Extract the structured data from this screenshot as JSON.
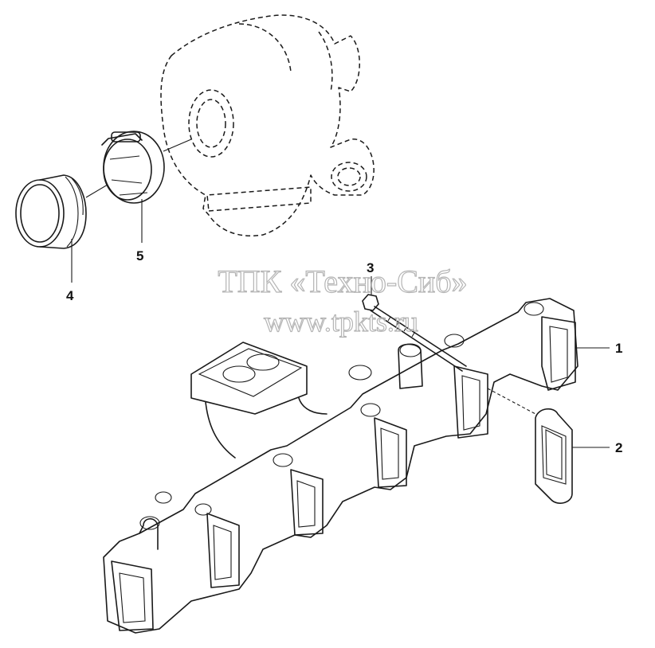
{
  "watermark": {
    "line1": "ТПК «Техно-Сиб»",
    "line2": "www.tpkts.ru"
  },
  "callouts": [
    {
      "id": "1",
      "label": "1"
    },
    {
      "id": "2",
      "label": "2"
    },
    {
      "id": "3",
      "label": "3"
    },
    {
      "id": "4",
      "label": "4"
    },
    {
      "id": "5",
      "label": "5"
    }
  ],
  "colors": {
    "line": "#1a1a1a",
    "watermark": "#b5b5b5",
    "background": "#ffffff"
  }
}
